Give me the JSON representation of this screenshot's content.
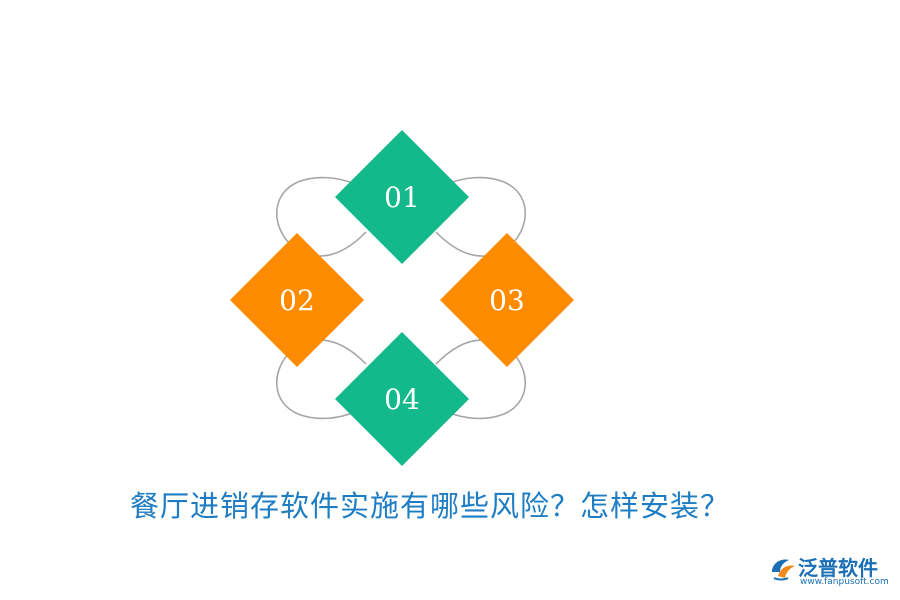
{
  "diagram": {
    "nodes": [
      {
        "label": "01",
        "color": "#13b98a"
      },
      {
        "label": "02",
        "color": "#ff8c00"
      },
      {
        "label": "03",
        "color": "#ff8c00"
      },
      {
        "label": "04",
        "color": "#13b98a"
      }
    ],
    "connector_color": "#a6a6a6"
  },
  "caption": "餐厅进销存软件实施有哪些风险？怎样安装？",
  "brand": {
    "name": "泛普软件",
    "url": "www.fanpusoft.com",
    "color": "#1a6fb5"
  }
}
